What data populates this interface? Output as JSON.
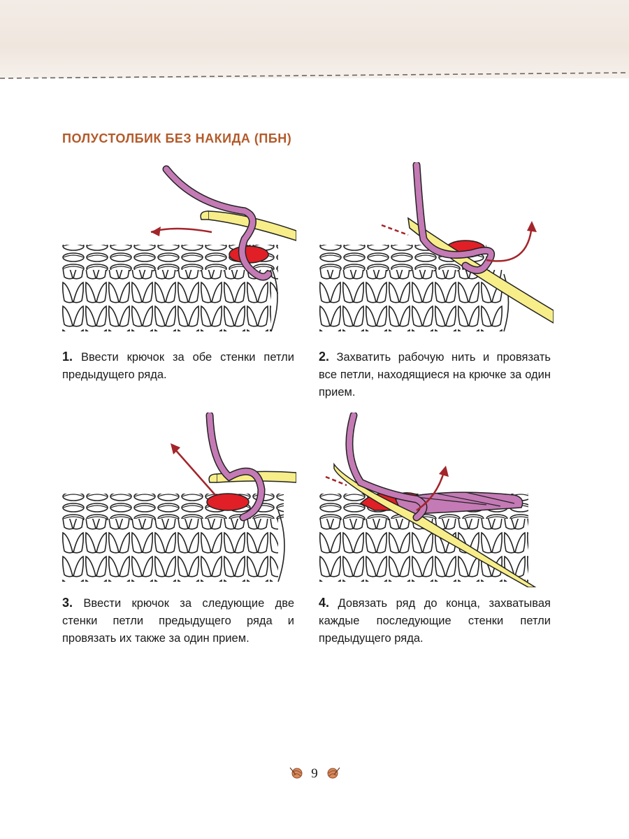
{
  "page": {
    "section_title": "ПОЛУСТОЛБИК БЕЗ НАКИДА (ПБН)",
    "page_number": "9"
  },
  "steps": [
    {
      "number": "1.",
      "text": "Ввести крючок за обе стенки петли предыдущего ряда."
    },
    {
      "number": "2.",
      "text": "Захватить рабочую нить и провязать все петли, находящиеся на крючке за один прием."
    },
    {
      "number": "3.",
      "text": "Ввести крючок за следующие две стенки петли предыдущего ряда и провязать их также за один прием."
    },
    {
      "number": "4.",
      "text": "Довязать ряд до конца, захватывая каждые последующие стенки петли предыдущего ряда."
    }
  ],
  "colors": {
    "title": "#b35a2a",
    "yarn": "#c47ab5",
    "loop_red": "#e01f26",
    "hook": "#f7ee8a",
    "arrow": "#a3252a",
    "band": "#efe6de"
  },
  "icons": [
    "yarn-ball-icon"
  ]
}
